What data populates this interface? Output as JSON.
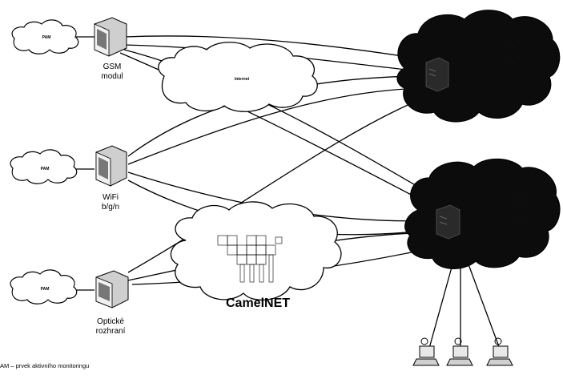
{
  "pam_nodes": [
    {
      "label": "PAM"
    },
    {
      "label": "PAM"
    },
    {
      "label": "PAM"
    }
  ],
  "devices": [
    {
      "line1": "GSM",
      "line2": "modul"
    },
    {
      "line1": "WiFi",
      "line2": "b/g/n"
    },
    {
      "line1": "Optické",
      "line2": "rozhraní"
    }
  ],
  "internet_label": "Internet",
  "camelnet_label": "CamelNET",
  "legend_text": "AM – prvek aktivního monitoringu",
  "center_top_lines": [
    "...",
    "..."
  ],
  "center_bottom_lines": [
    "...",
    "..."
  ]
}
